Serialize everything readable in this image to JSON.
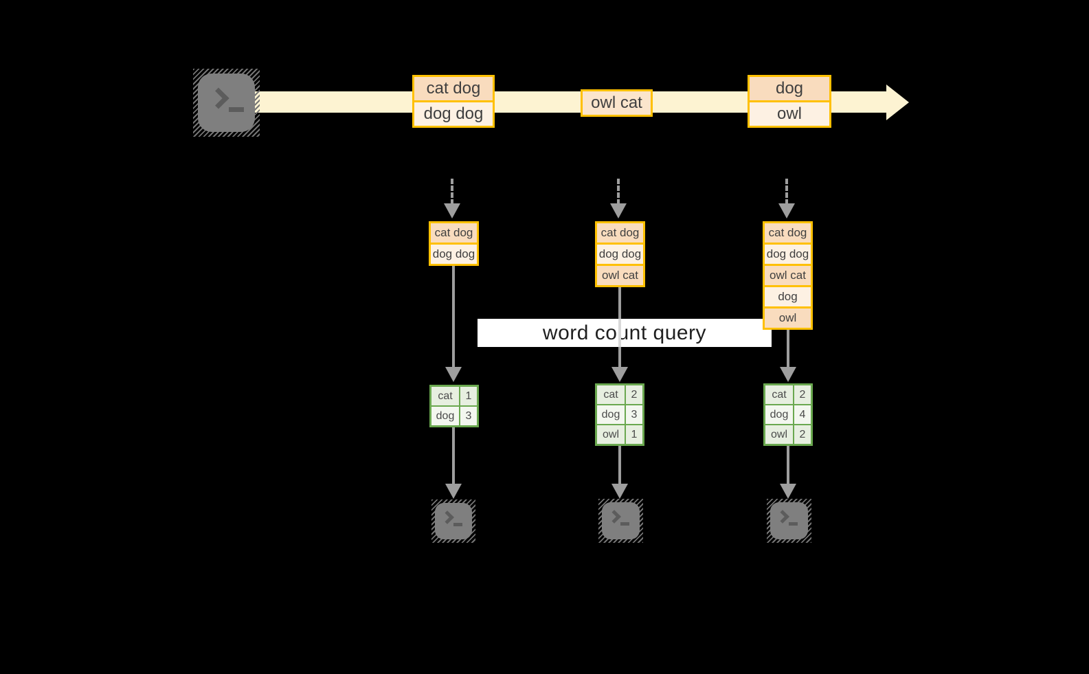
{
  "banner": {
    "label": "word count query"
  },
  "stream": {
    "batches": [
      [
        "cat dog",
        "dog dog"
      ],
      [
        "owl cat"
      ],
      [
        "dog",
        "owl"
      ]
    ]
  },
  "state_stacks": [
    [
      "cat dog",
      "dog dog"
    ],
    [
      "cat dog",
      "dog dog",
      "owl cat"
    ],
    [
      "cat dog",
      "dog dog",
      "owl cat",
      "dog",
      "owl"
    ]
  ],
  "count_tables": [
    [
      [
        "cat",
        "1"
      ],
      [
        "dog",
        "3"
      ]
    ],
    [
      [
        "cat",
        "2"
      ],
      [
        "dog",
        "3"
      ],
      [
        "owl",
        "1"
      ]
    ],
    [
      [
        "cat",
        "2"
      ],
      [
        "dog",
        "4"
      ],
      [
        "owl",
        "2"
      ]
    ]
  ],
  "icons": {
    "source": "terminal-prompt-icon",
    "sinks": [
      "terminal-prompt-icon",
      "terminal-prompt-icon",
      "terminal-prompt-icon"
    ]
  },
  "colors": {
    "gold_border": "#ffc000",
    "peach_fill": "#f9dcbe",
    "cream_fill": "#fdf1e3",
    "owl_cat_fill": "#fbe5cc",
    "stream_fill": "#fdf3d2",
    "green_border": "#6aa84f",
    "green_cell": "#e7efe0",
    "green_cell_alt": "#f3f7ef",
    "arrow_gray": "#9e9e9e",
    "terminal_gray": "#7f7f7f",
    "banner_bg": "#ffffff",
    "text_dark": "#3f3f3f",
    "background": "#000000"
  }
}
